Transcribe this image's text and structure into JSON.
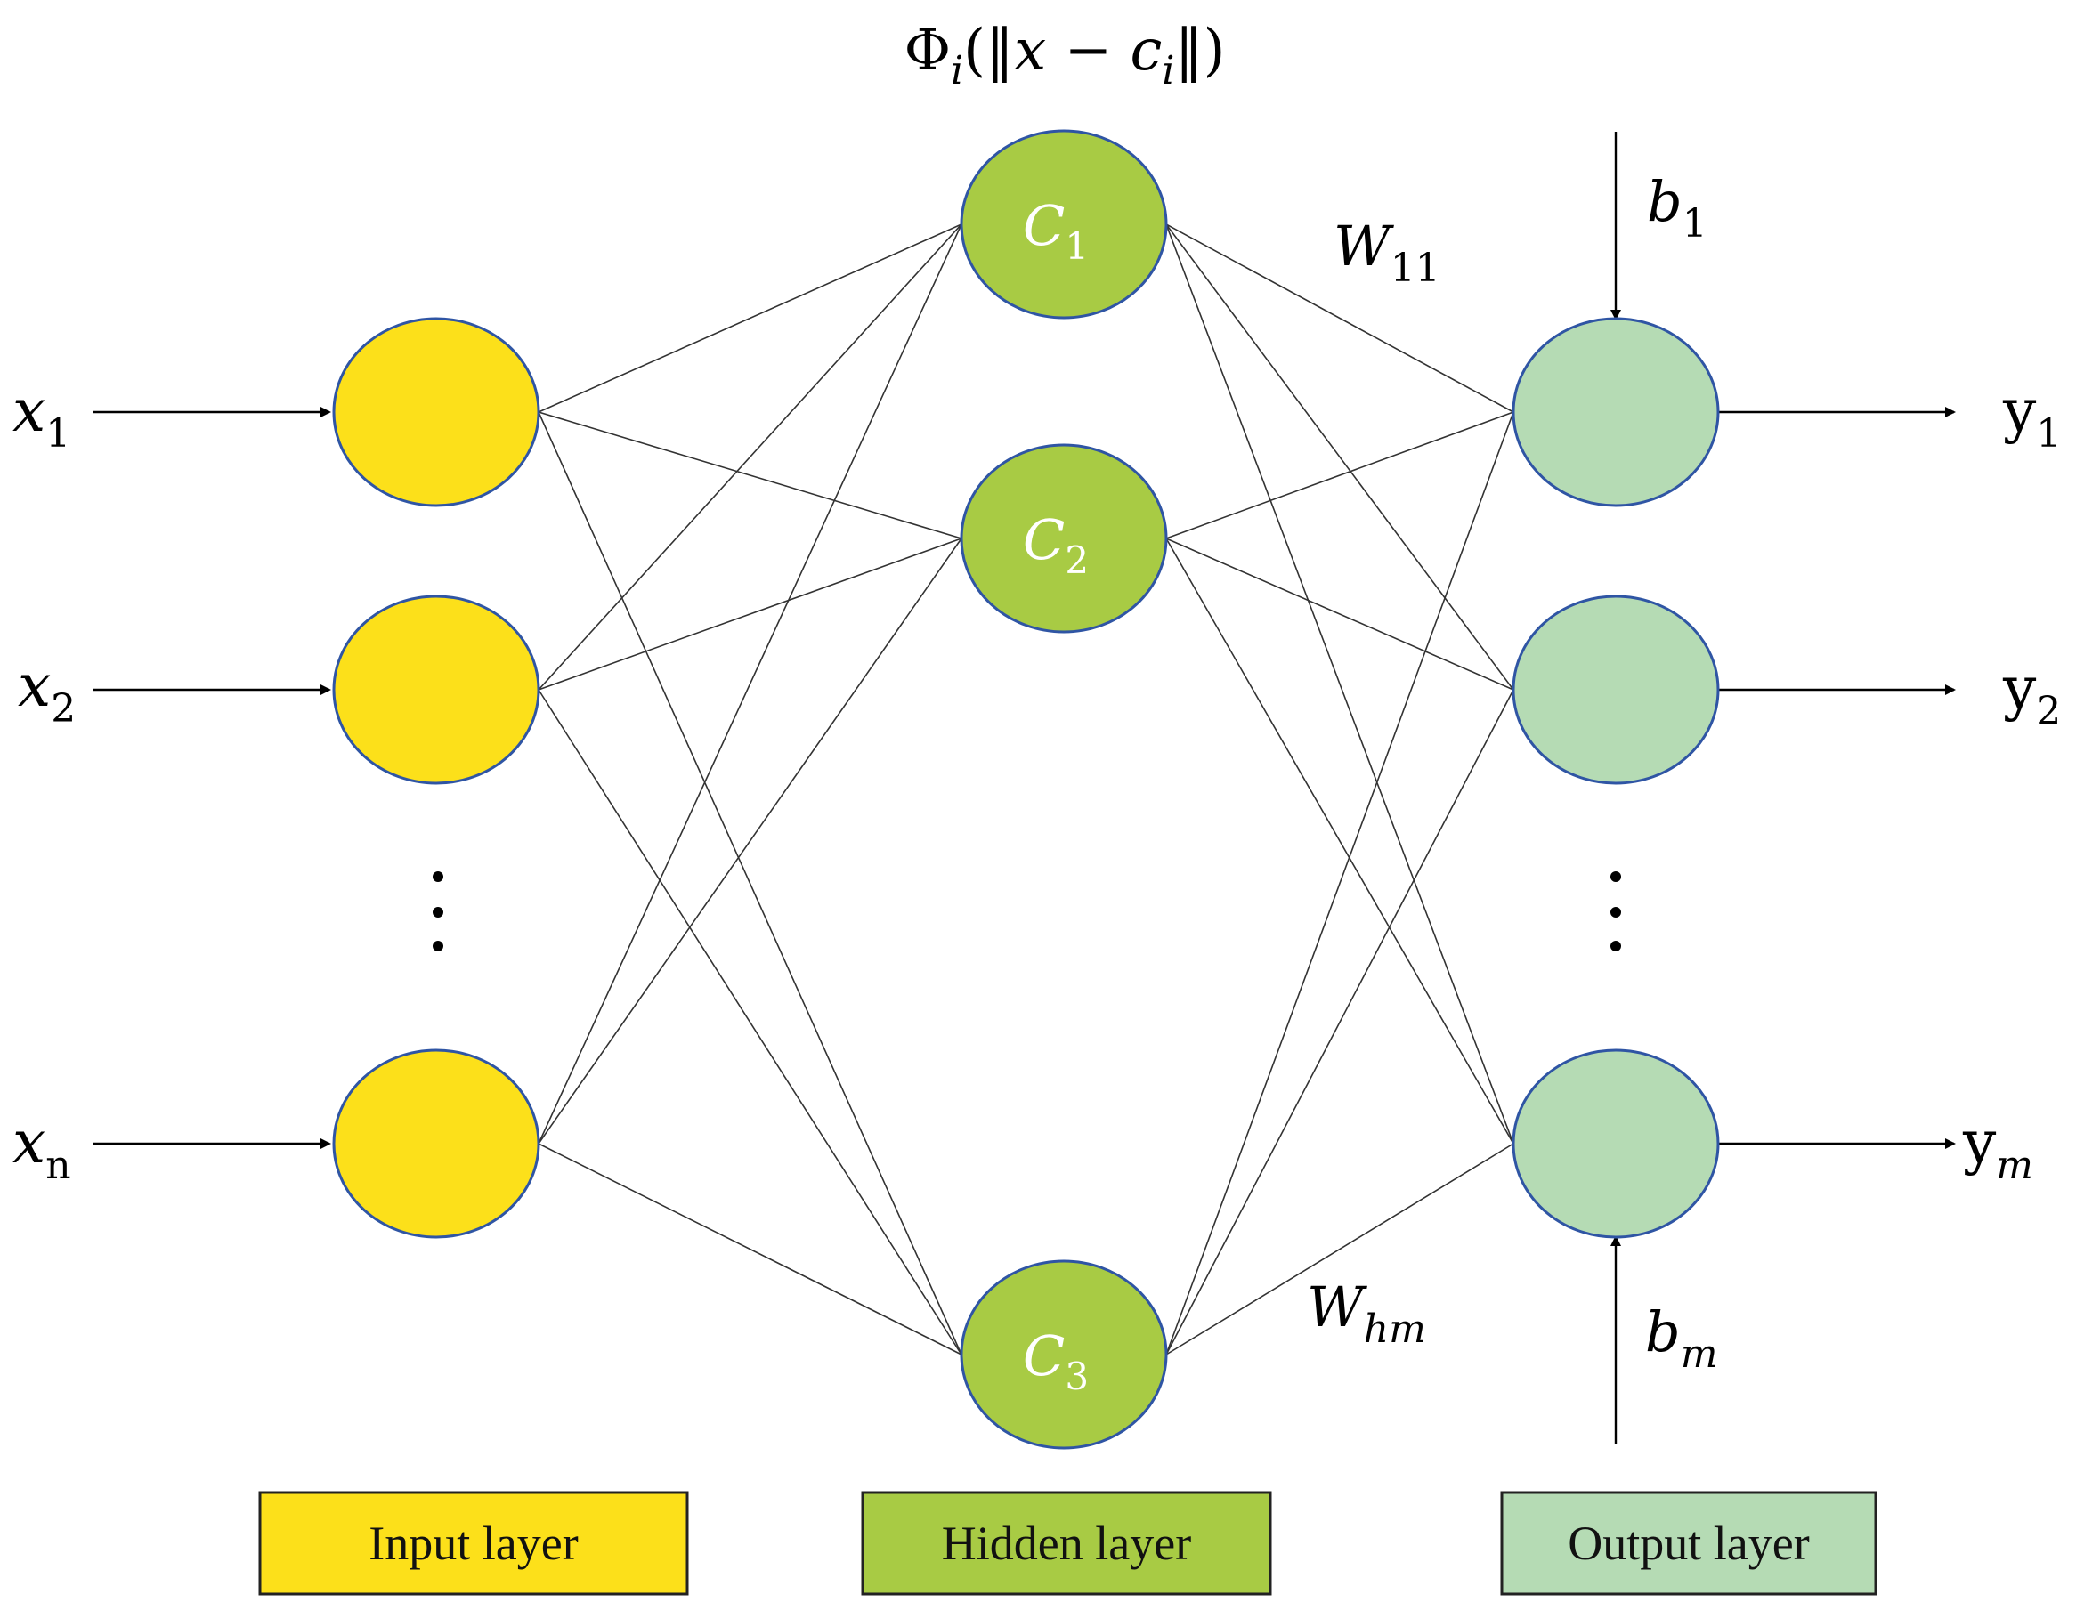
{
  "title": {
    "phi": "Φ",
    "phi_sub": "i",
    "open": "(‖",
    "x": "x",
    "minus": " − ",
    "c": "c",
    "c_sub": "i",
    "close": "‖)"
  },
  "inputs": [
    {
      "base": "x",
      "sub": "1"
    },
    {
      "base": "x",
      "sub": "2"
    },
    {
      "base": "x",
      "sub": "n"
    }
  ],
  "outputs": [
    {
      "base": "y",
      "sub": "1"
    },
    {
      "base": "y",
      "sub": "2"
    },
    {
      "base": "y",
      "sub": "m"
    }
  ],
  "hidden_nodes": [
    {
      "base": "C",
      "sub": "1"
    },
    {
      "base": "C",
      "sub": "2"
    },
    {
      "base": "C",
      "sub": "3"
    }
  ],
  "weights": {
    "top": {
      "base": "W",
      "sub": "11"
    },
    "bottom": {
      "base": "W",
      "sub": "hm"
    }
  },
  "biases": {
    "top": {
      "base": "b",
      "sub": "1"
    },
    "bottom": {
      "base": "b",
      "sub": "m"
    }
  },
  "ellipsis": "⋮",
  "legend": {
    "input": "Input layer",
    "hidden": "Hidden layer",
    "output": "Output layer"
  },
  "colors": {
    "input_node": "#FCE01A",
    "hidden_node": "#A8CB44",
    "output_node": "#B5DBB4",
    "node_border": "#2F55A4",
    "edge": "#333333"
  }
}
